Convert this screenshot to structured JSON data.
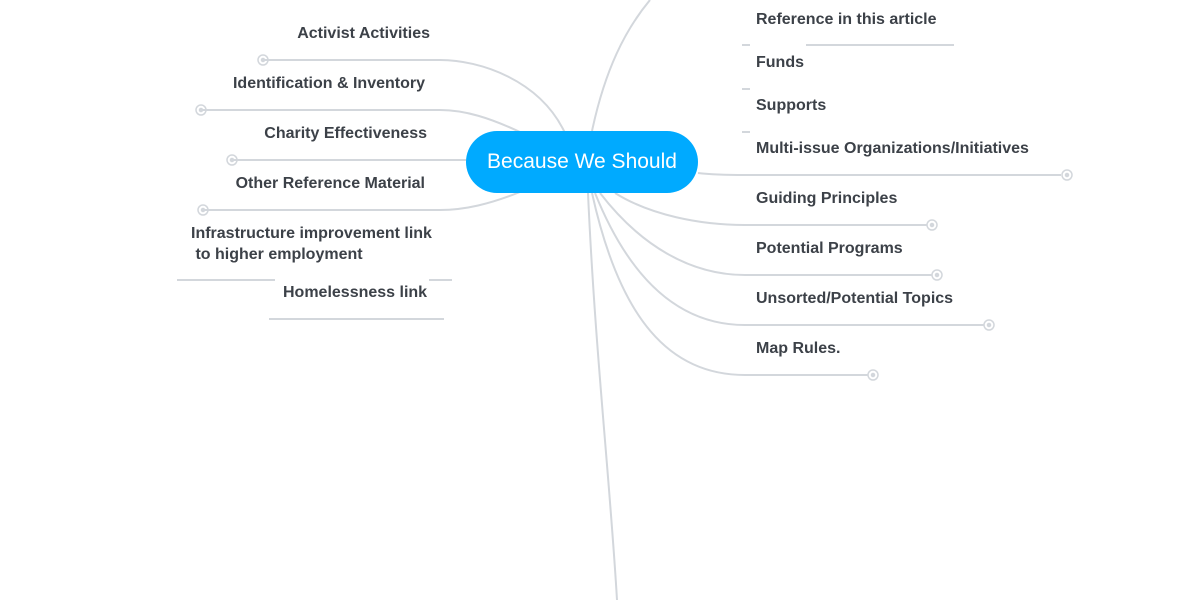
{
  "root": {
    "label": "Because We Should",
    "color": "#00aaff"
  },
  "left_topics": [
    {
      "label": "Activist Activities"
    },
    {
      "label": "Identification & Inventory"
    },
    {
      "label": "Charity Effectiveness"
    },
    {
      "label": "Other Reference Material"
    },
    {
      "label": "Infrastructure improvement link\n to higher employment"
    },
    {
      "label": "Homelessness link"
    }
  ],
  "right_topics": [
    {
      "label": "Reference in this article"
    },
    {
      "label": "Funds"
    },
    {
      "label": "Supports"
    },
    {
      "label": "Multi-issue Organizations/Initiatives"
    },
    {
      "label": "Guiding Principles"
    },
    {
      "label": "Potential Programs"
    },
    {
      "label": "Unsorted/Potential Topics"
    },
    {
      "label": "Map Rules."
    }
  ],
  "colors": {
    "line": "#d3d7dc",
    "text": "#3c4148"
  }
}
